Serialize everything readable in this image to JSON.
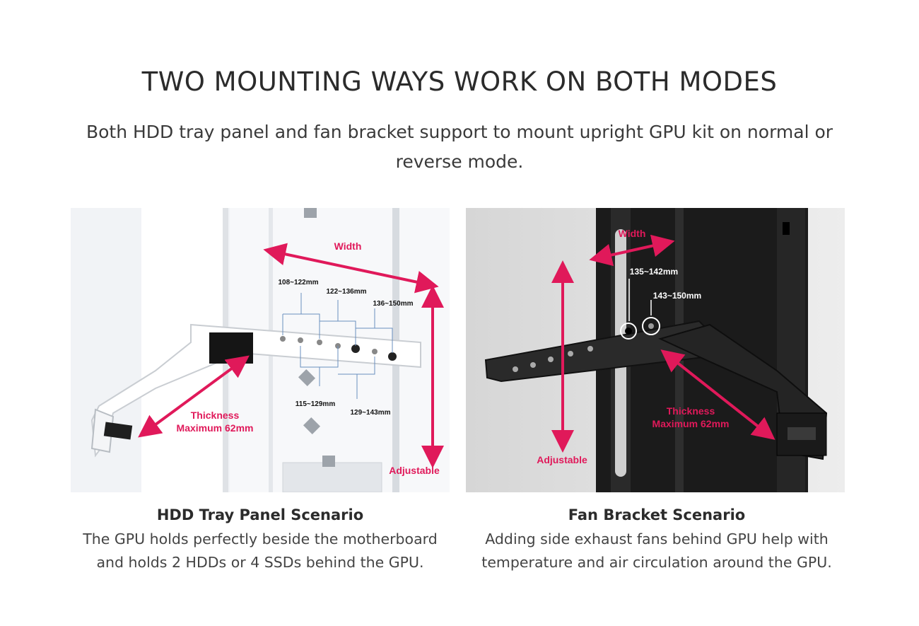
{
  "header": {
    "title": "TWO MOUNTING WAYS WORK ON BOTH MODES",
    "subtitle": "Both HDD tray panel and fan bracket support to mount upright GPU kit on normal or reverse mode."
  },
  "left": {
    "labels": {
      "width": "Width",
      "m1": "108~122mm",
      "m2": "122~136mm",
      "m3": "136~150mm",
      "m4": "115~129mm",
      "m5": "129~143mm",
      "thickness1": "Thickness",
      "thickness2": "Maximum 62mm",
      "adjustable": "Adjustable"
    },
    "caption_title": "HDD Tray Panel Scenario",
    "caption_text": "The GPU holds perfectly beside the motherboard and holds 2 HDDs or 4 SSDs behind the GPU."
  },
  "right": {
    "labels": {
      "width": "Width",
      "m1": "135~142mm",
      "m2": "143~150mm",
      "thickness1": "Thickness",
      "thickness2": "Maximum 62mm",
      "adjustable": "Adjustable"
    },
    "caption_title": "Fan Bracket Scenario",
    "caption_text": "Adding side exhaust fans behind GPU help with temperature and air circulation around the GPU."
  },
  "colors": {
    "accent": "#e0195a"
  }
}
